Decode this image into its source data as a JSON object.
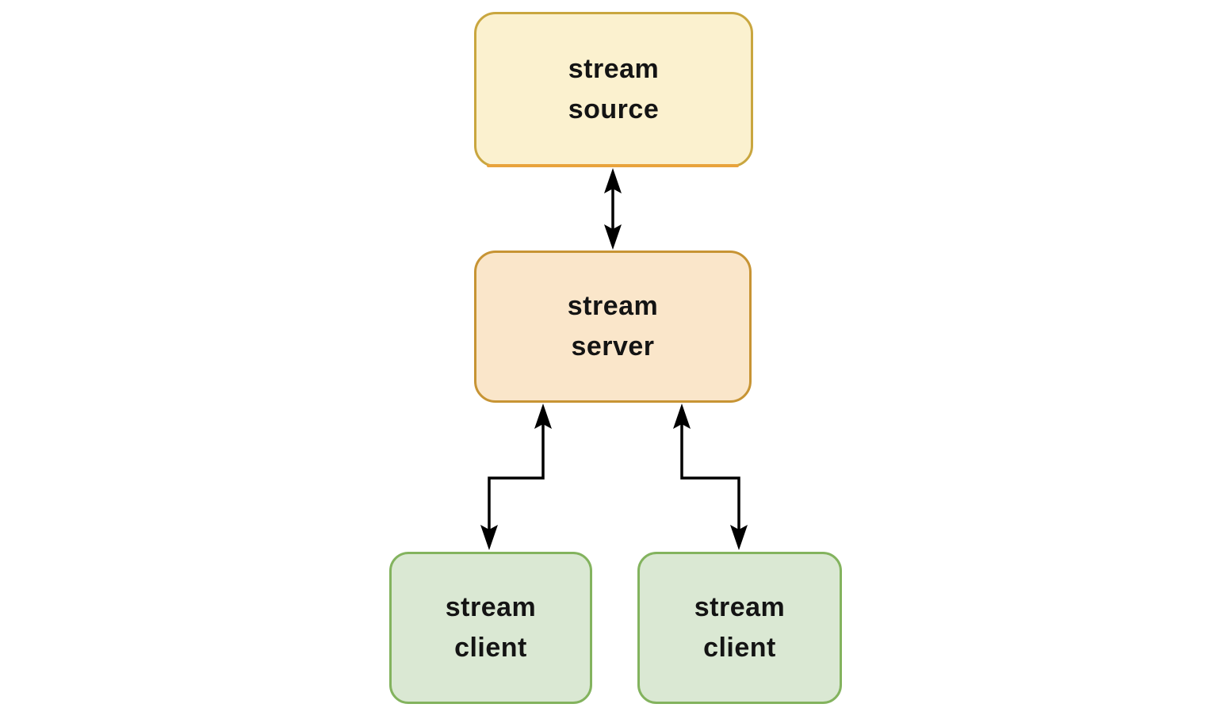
{
  "diagram": {
    "title": "stream source / server / client diagram",
    "nodes": {
      "source": {
        "id": "source",
        "label": "stream\nsource"
      },
      "server": {
        "id": "server",
        "label": "stream\nserver"
      },
      "client_left": {
        "id": "client_left",
        "label": "stream\nclient"
      },
      "client_right": {
        "id": "client_right",
        "label": "stream\nclient"
      }
    },
    "edges": [
      {
        "from": "source",
        "to": "server",
        "style": "bidirectional-straight-vertical"
      },
      {
        "from": "server",
        "to": "client_left",
        "style": "bidirectional-elbow"
      },
      {
        "from": "server",
        "to": "client_right",
        "style": "bidirectional-elbow"
      }
    ]
  },
  "colors": {
    "background": "#FFFFFF",
    "source_fill": "#FBF1CF",
    "source_border": "#C9A63F",
    "source_underline": "#E8A33C",
    "server_fill": "#FAE6CA",
    "server_border": "#C79434",
    "client_fill": "#DAE8D3",
    "client_border": "#83B35E",
    "edge": "#000000",
    "text": "#141414"
  }
}
